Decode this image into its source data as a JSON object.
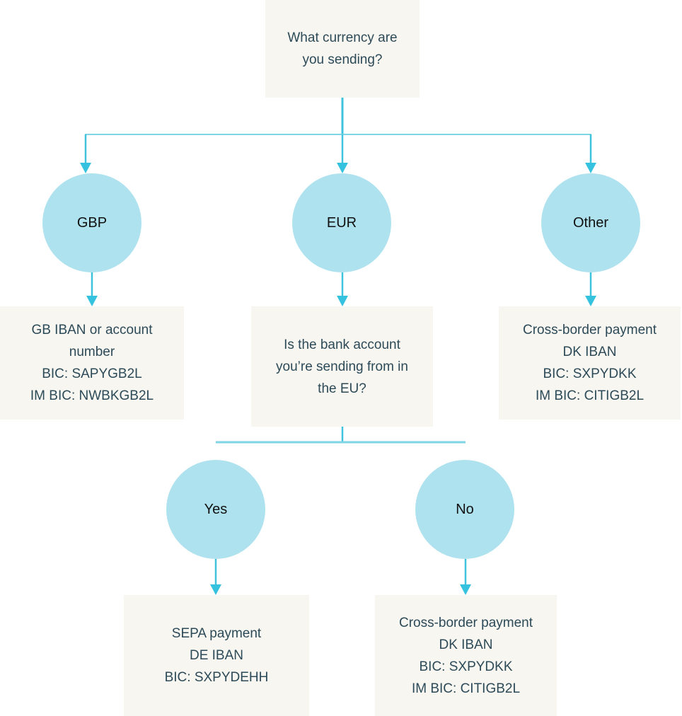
{
  "diagram": {
    "title": "Currency routing decision flowchart",
    "colors": {
      "box_background": "#f7f6f0",
      "box_text": "#2d4a58",
      "circle_background": "#aee2ef",
      "circle_text": "#111111",
      "connector_stem": "#3fc3dd",
      "connector_branch": "#7fd4e6",
      "arrow": "#35c2de",
      "page_background": "#ffffff"
    },
    "nodes": {
      "question_currency": {
        "type": "process-box",
        "text": "What currency are\nyou sending?"
      },
      "circle_gbp": {
        "type": "decision-circle",
        "text": "GBP"
      },
      "circle_eur": {
        "type": "decision-circle",
        "text": "EUR"
      },
      "circle_other": {
        "type": "decision-circle",
        "text": "Other"
      },
      "result_gbp": {
        "type": "result-box",
        "lines": [
          "GB IBAN or account",
          "number",
          "BIC: SAPYGB2L",
          "IM BIC: NWBKGB2L"
        ]
      },
      "question_eu": {
        "type": "process-box",
        "text": "Is the bank account\nyou’re sending from in\nthe EU?"
      },
      "result_other": {
        "type": "result-box",
        "lines": [
          "Cross-border payment",
          "DK IBAN",
          "BIC: SXPYDKK",
          "IM BIC: CITIGB2L"
        ]
      },
      "circle_yes": {
        "type": "decision-circle",
        "text": "Yes"
      },
      "circle_no": {
        "type": "decision-circle",
        "text": "No"
      },
      "result_sepa": {
        "type": "result-box",
        "lines": [
          "SEPA payment",
          "DE IBAN",
          "BIC: SXPYDEHH"
        ]
      },
      "result_no": {
        "type": "result-box",
        "lines": [
          "Cross-border payment",
          "DK IBAN",
          "BIC: SXPYDKK",
          "IM BIC: CITIGB2L"
        ]
      }
    },
    "edges": [
      {
        "from": "question_currency",
        "to": "circle_gbp",
        "style": "elbow-arrow"
      },
      {
        "from": "question_currency",
        "to": "circle_eur",
        "style": "straight-arrow"
      },
      {
        "from": "question_currency",
        "to": "circle_other",
        "style": "elbow-arrow"
      },
      {
        "from": "circle_gbp",
        "to": "result_gbp",
        "style": "straight-arrow"
      },
      {
        "from": "circle_eur",
        "to": "question_eu",
        "style": "straight-arrow"
      },
      {
        "from": "circle_other",
        "to": "result_other",
        "style": "straight-arrow"
      },
      {
        "from": "question_eu",
        "to": "circle_yes",
        "style": "elbow"
      },
      {
        "from": "question_eu",
        "to": "circle_no",
        "style": "elbow"
      },
      {
        "from": "circle_yes",
        "to": "result_sepa",
        "style": "straight-arrow"
      },
      {
        "from": "circle_no",
        "to": "result_no",
        "style": "straight-arrow"
      }
    ]
  }
}
